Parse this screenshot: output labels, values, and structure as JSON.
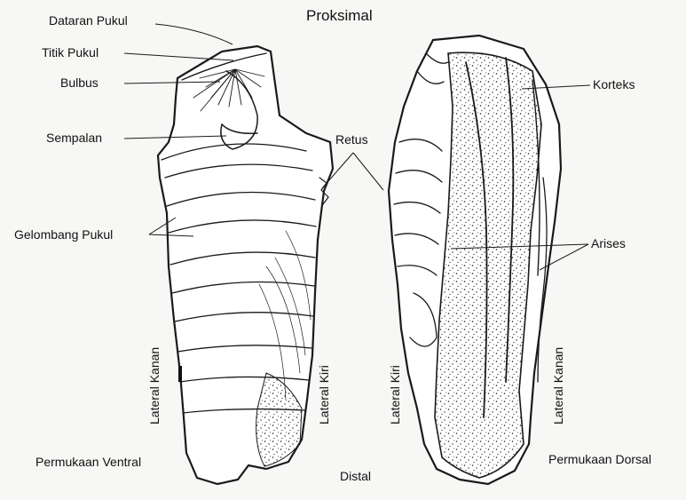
{
  "labels": {
    "proximal": "Proksimal",
    "striking_platform": "Dataran Pukul",
    "point_of_impact": "Titik Pukul",
    "bulb": "Bulbus",
    "eraillure": "Sempalan",
    "retouch": "Retus",
    "ripples": "Gelombang Pukul",
    "cortex": "Korteks",
    "arises": "Arises",
    "ventral_lateral_right": "Lateral Kanan",
    "ventral_lateral_left": "Lateral Kiri",
    "dorsal_lateral_left": "Lateral Kiri",
    "dorsal_lateral_right": "Lateral Kanan",
    "ventral_surface": "Permukaan Ventral",
    "distal": "Distal",
    "dorsal_surface": "Permukaan Dorsal"
  },
  "colors": {
    "ink": "#1a1a1a",
    "paper": "#f7f7f5",
    "fill": "#ffffff"
  }
}
